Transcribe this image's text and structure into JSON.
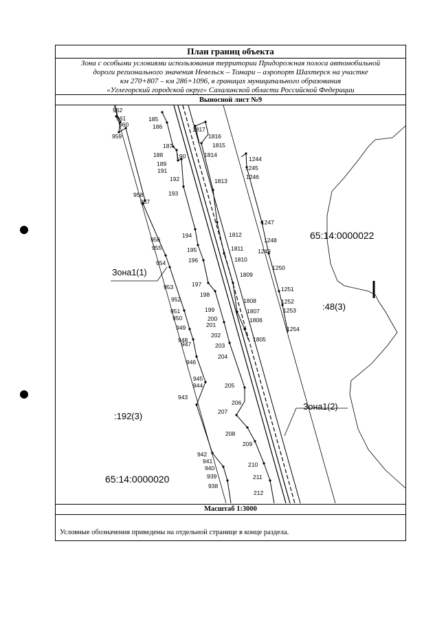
{
  "header": {
    "title": "План границ объекта",
    "description_lines": [
      "Зона с особыми условиями использования территории Придорожная полоса автомобильной",
      "дороги регионального значения Невельск – Томари – аэропорт Шахтерск на участке",
      "км 270+807 – км 286+1096, в границах муниципального образования",
      "«Углегорский городской округ» Сахалинской области Российской Федерации"
    ],
    "sheet_label": "Выносной лист №9"
  },
  "map": {
    "parcel_labels": [
      "65:14:0000022",
      ":48(3)",
      ":192(3)",
      "65:14:0000020"
    ],
    "zone_labels": [
      "Зона1(1)",
      "Зона1(2)"
    ],
    "left_points": [
      "962",
      "961",
      "960",
      "959",
      "958",
      "957",
      "956",
      "955",
      "954",
      "953",
      "952",
      "951",
      "950",
      "949",
      "948",
      "947",
      "946",
      "945",
      "944",
      "943",
      "942",
      "941",
      "940",
      "939",
      "938"
    ],
    "center_left_points": [
      "185",
      "186",
      "187",
      "188",
      "190",
      "189",
      "191",
      "192",
      "193",
      "194",
      "195",
      "196",
      "197",
      "198",
      "199",
      "200",
      "201",
      "202",
      "203",
      "204",
      "205",
      "206",
      "207",
      "208",
      "209",
      "210",
      "211",
      "212"
    ],
    "center_right_points": [
      "1817",
      "1816",
      "1815",
      "1814",
      "1813",
      "1812",
      "1811",
      "1810",
      "1809",
      "1808",
      "1807",
      "1806",
      "1805"
    ],
    "right_points": [
      "1244",
      "1245",
      "1246",
      "1247",
      "1248",
      "1249",
      "1250",
      "1251",
      "1252",
      "1253",
      "1254"
    ]
  },
  "footer": {
    "scale": "Масштаб 1:3000",
    "legend_note": "Условные обозначения приведены на отдельной странице в конце раздела."
  }
}
